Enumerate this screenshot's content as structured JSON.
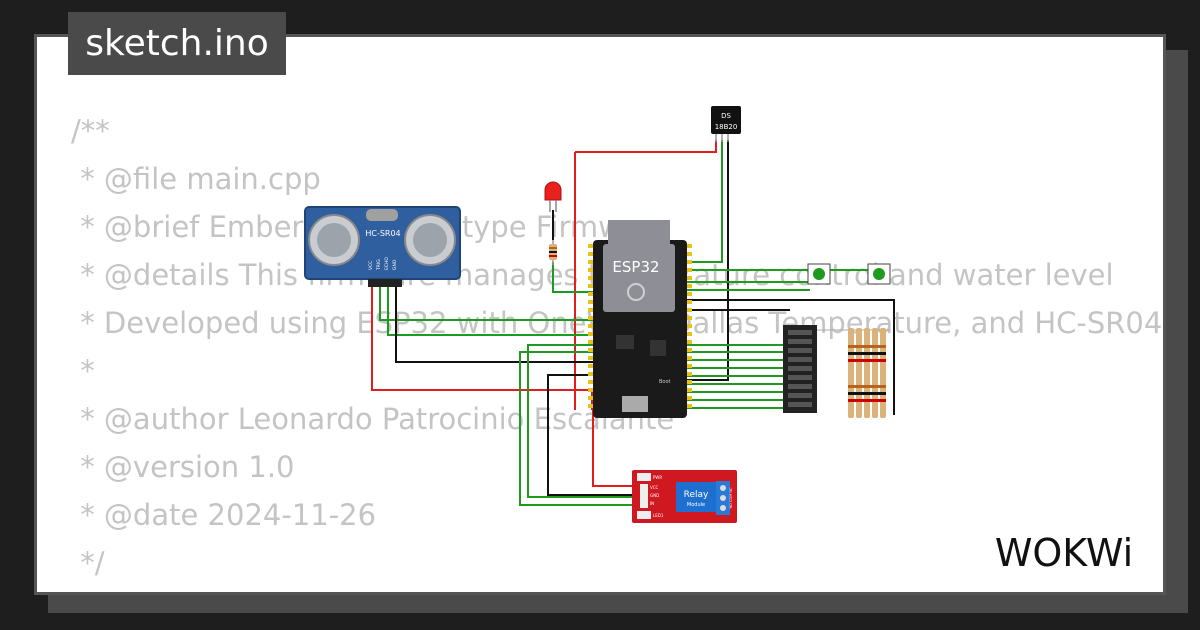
{
  "title": "sketch.ino",
  "code_lines": [
    "/**",
    " * @file main.cpp",
    " * @brief Ember Tech Prototype Firmware",
    " * @details This firmware manages temperature control and water level",
    " * Developed using ESP32 with OneWire, Dallas Temperature, and HC-SR04",
    " *",
    " * @author Leonardo Patrocinio Escalante",
    " * @version 1.0",
    " * @date 2024-11-26",
    " */"
  ],
  "components": {
    "ultrasonic": {
      "label": "HC-SR04",
      "pins": [
        "VCC",
        "TRIG",
        "ECHO",
        "GND"
      ]
    },
    "mcu": {
      "label": "ESP32",
      "boot_label": "Boot"
    },
    "sensor": {
      "line1": "DS",
      "line2": "18B20"
    },
    "relay": {
      "label": "Relay",
      "sublabel": "Module",
      "pins": [
        "PWR",
        "VCC",
        "GND",
        "IN",
        "LED1"
      ],
      "terminals": "NO COM NC"
    }
  },
  "brand": "WOKWi",
  "colors": {
    "wire_red": "#e01e1e",
    "wire_green": "#1e9a1e",
    "wire_black": "#111111",
    "board": "#1a1a1a",
    "relay": "#d01820",
    "ultrasonic": "#2f5f9e"
  }
}
